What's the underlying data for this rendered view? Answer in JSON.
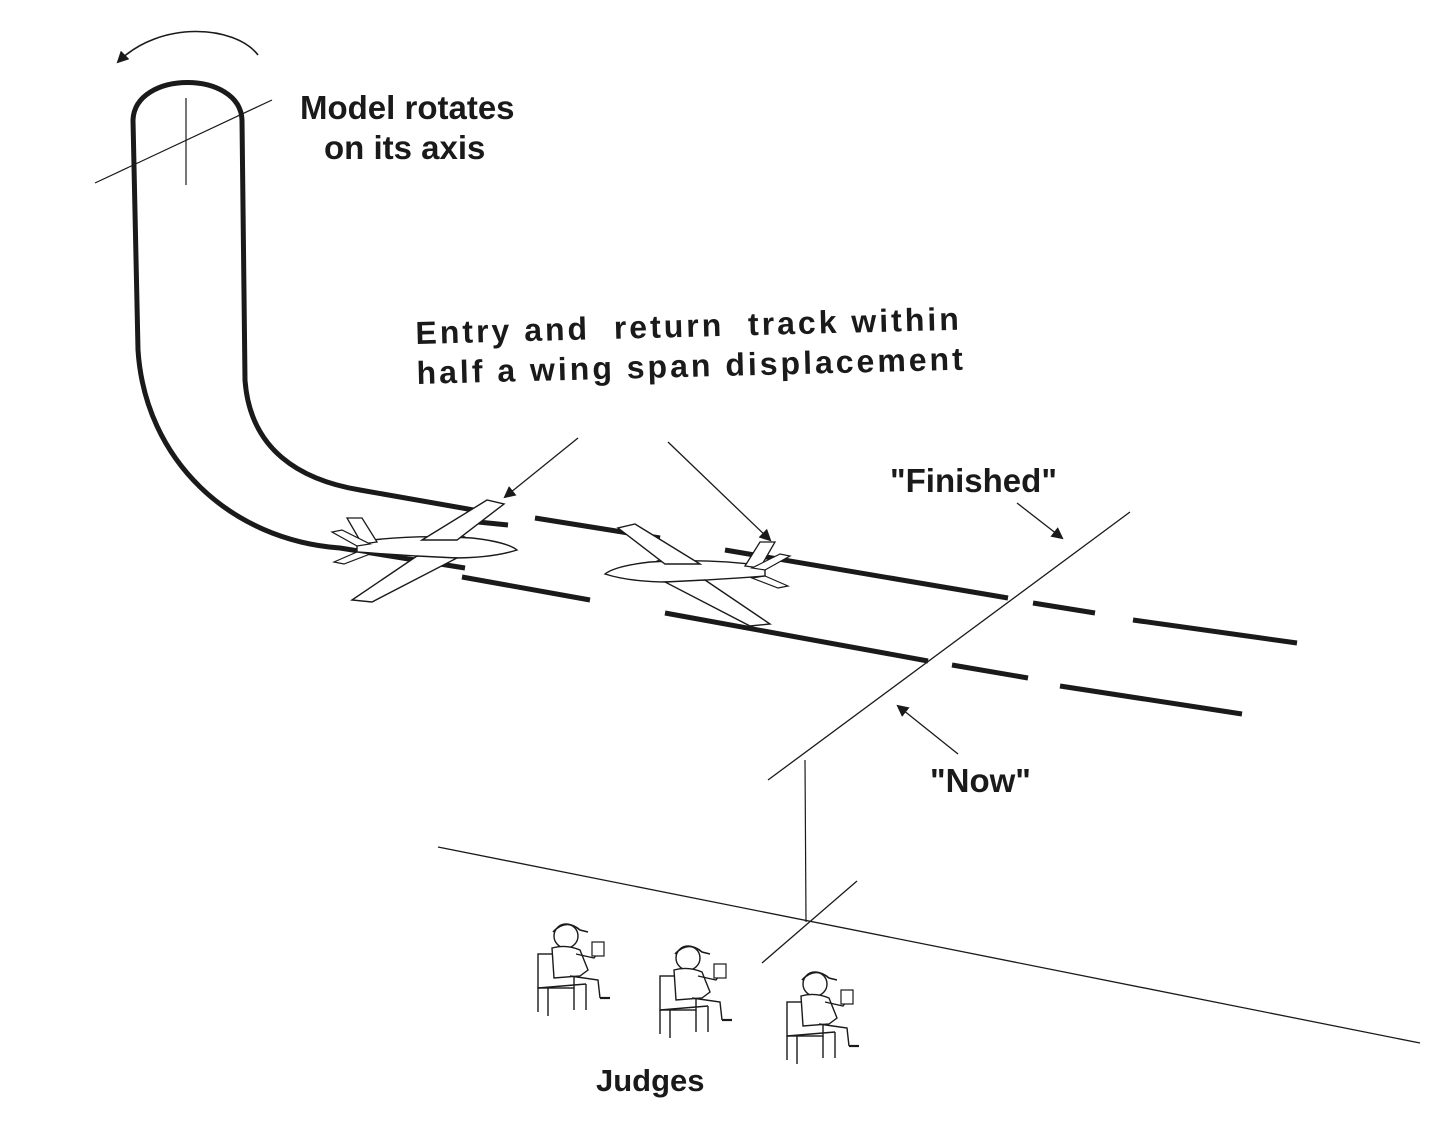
{
  "labels": {
    "rotation": [
      "Model rotates",
      "on its axis"
    ],
    "track": [
      "Entry and  return  track within",
      "half a wing span displacement"
    ],
    "finished": "\"Finished\"",
    "now": "\"Now\"",
    "judges": "Judges"
  },
  "colors": {
    "ink": "#1a1a1a",
    "background": "#ffffff"
  },
  "icons": [
    "rotation-arrow-icon",
    "airplane-icon",
    "judge-icon"
  ]
}
